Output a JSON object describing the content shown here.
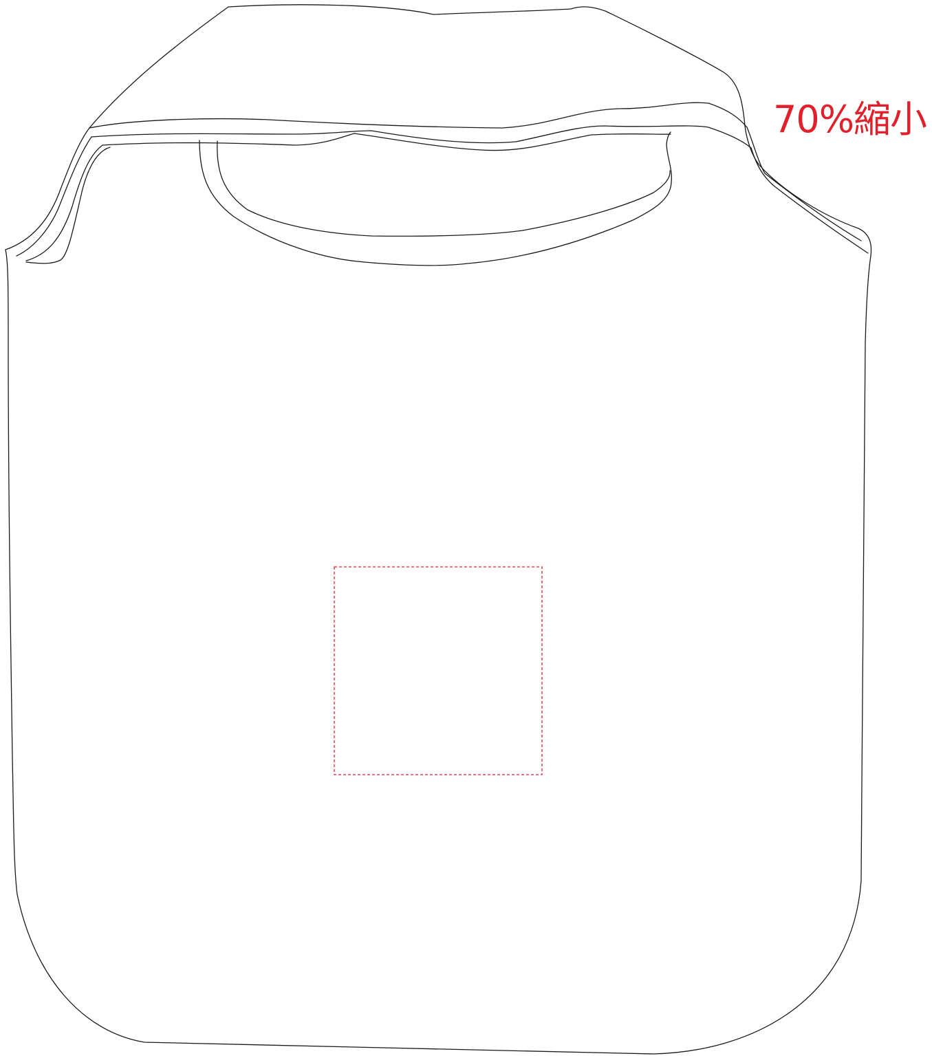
{
  "annotation": {
    "scale_note": "70%縮小"
  },
  "colors": {
    "outline": "#1a1a1a",
    "print_area_border": "#e0202a",
    "annotation_text": "#e0202a",
    "background": "#ffffff"
  },
  "figure": {
    "subject": "tote-bag-outline",
    "print_area_style": "dashed"
  }
}
